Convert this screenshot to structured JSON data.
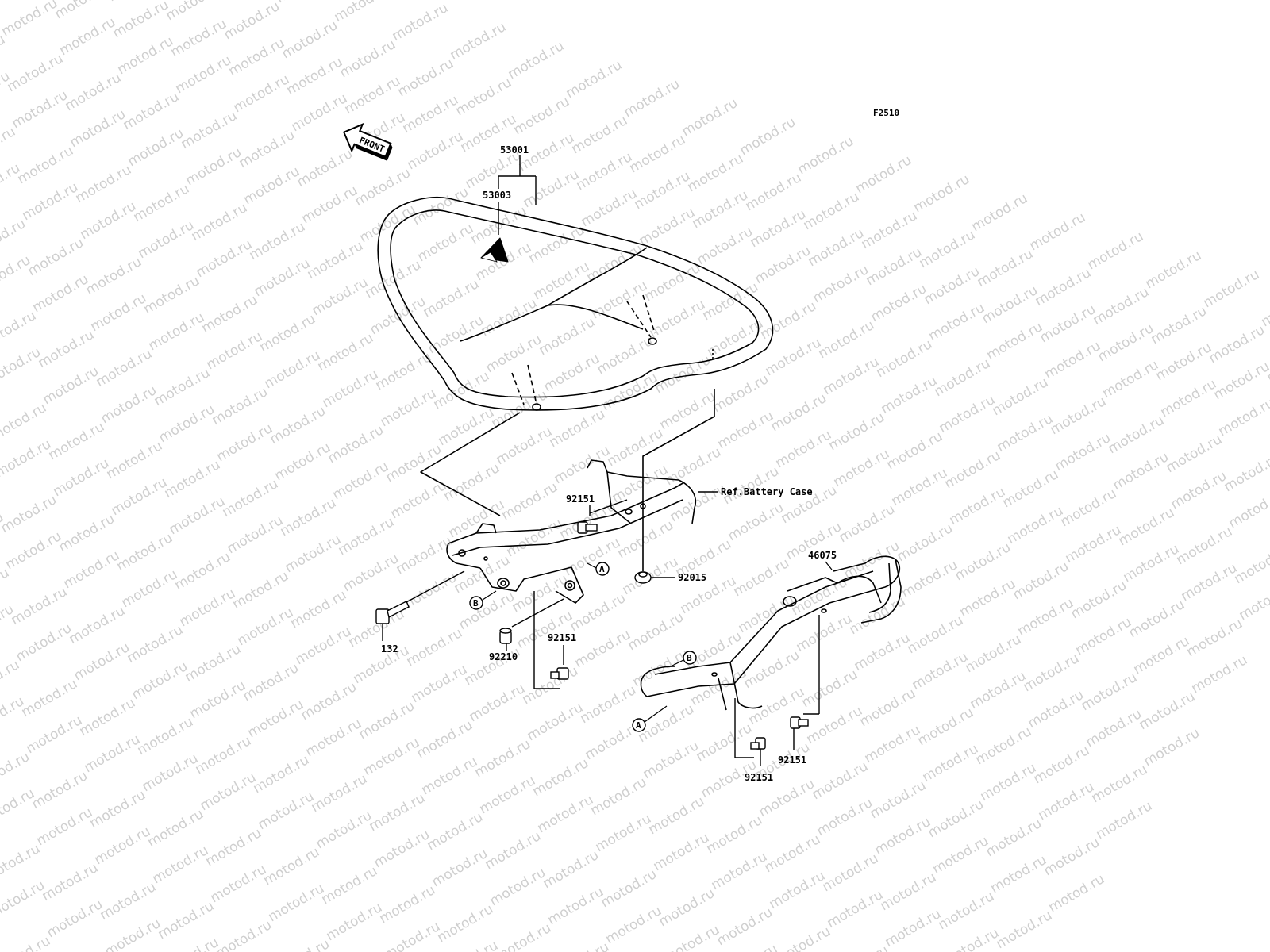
{
  "figure_code": "F2510",
  "front_label": "FRONT",
  "watermark_text": "motod.ru",
  "reference_note": "Ref.Battery Case",
  "parts": {
    "p53001": "53001",
    "p53003": "53003",
    "p92151_a": "92151",
    "p92015": "92015",
    "p132": "132",
    "p92210": "92210",
    "p92151_b": "92151",
    "p46075": "46075",
    "p92151_c": "92151",
    "p92151_d": "92151"
  },
  "callouts": {
    "a1": "A",
    "b1": "B",
    "a2": "A",
    "b2": "B"
  },
  "colors": {
    "ink": "#000000",
    "watermark": "#cfcfcf",
    "background": "#ffffff"
  }
}
